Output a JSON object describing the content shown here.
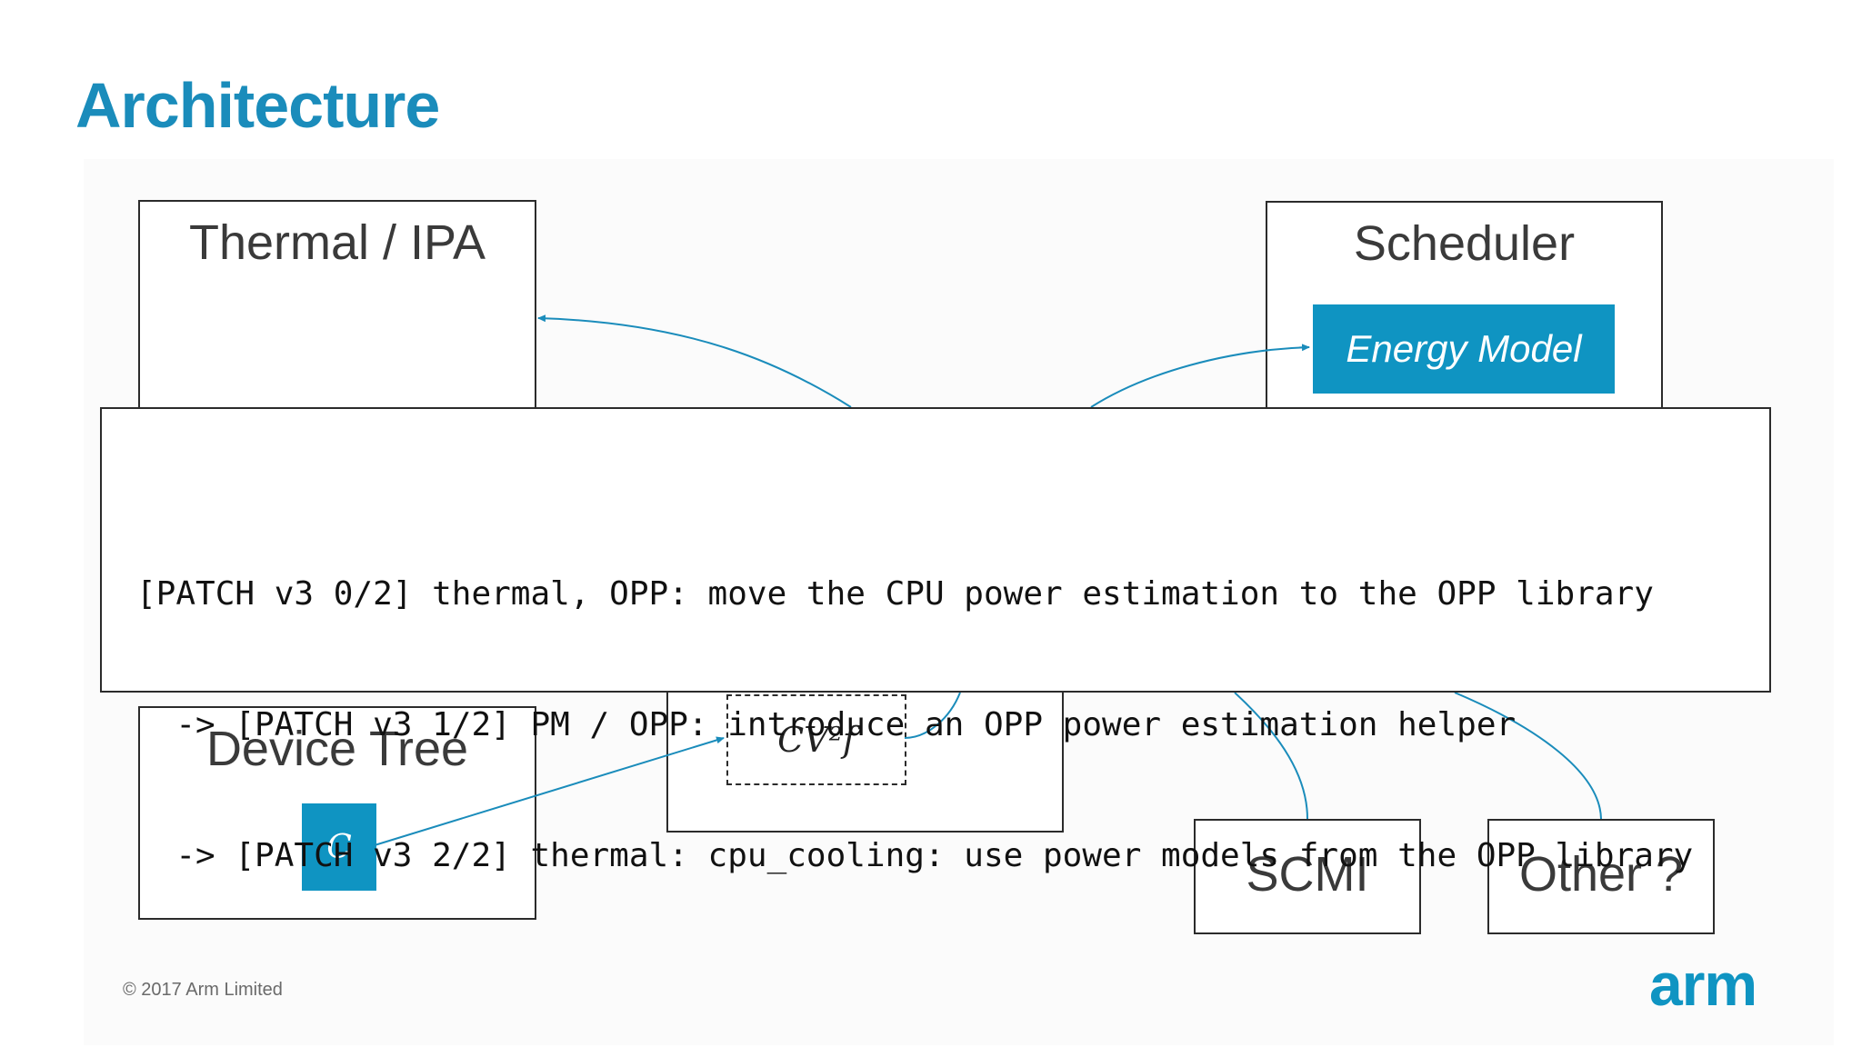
{
  "title": "Architecture",
  "boxes": {
    "thermal": "Thermal / IPA",
    "scheduler": "Scheduler",
    "energy_model": "Energy Model",
    "device_tree": "Device Tree",
    "capacitance": "C",
    "formula": "CV²f",
    "scmi": "SCMI",
    "other": "Other ?"
  },
  "patch": {
    "line1": "[PATCH v3 0/2] thermal, OPP: move the CPU power estimation to the OPP library",
    "line2": "  -> [PATCH v3 1/2] PM / OPP: introduce an OPP power estimation helper",
    "line3": "  -> [PATCH v3 2/2] thermal: cpu_cooling: use power models from the OPP library"
  },
  "footer": {
    "copyright": "© 2017 Arm Limited",
    "logo": "arm"
  },
  "colors": {
    "accent": "#1a8cbb",
    "teal": "#0f94c2",
    "connector": "#1a8cbb"
  }
}
